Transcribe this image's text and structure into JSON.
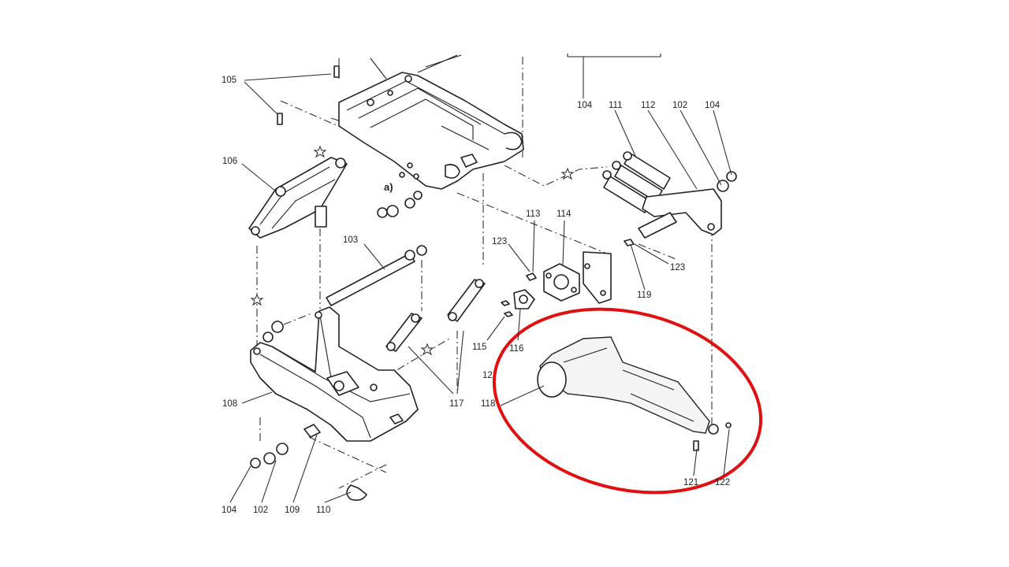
{
  "highlight_color": "#e01010",
  "labels": {
    "l105": "105",
    "l106": "106",
    "l103": "103",
    "l108": "108",
    "l104a": "104",
    "l102a": "102",
    "l109": "109",
    "l110": "110",
    "l117": "117",
    "l118": "118",
    "l12x": "12",
    "l115": "115",
    "l116": "116",
    "l123a": "123",
    "l113": "113",
    "l114": "114",
    "l119": "119",
    "l123b": "123",
    "l121": "121",
    "l122": "122",
    "l104top": "104",
    "l111": "111",
    "l112": "112",
    "l102b": "102",
    "l104b": "104",
    "la": "a)"
  }
}
